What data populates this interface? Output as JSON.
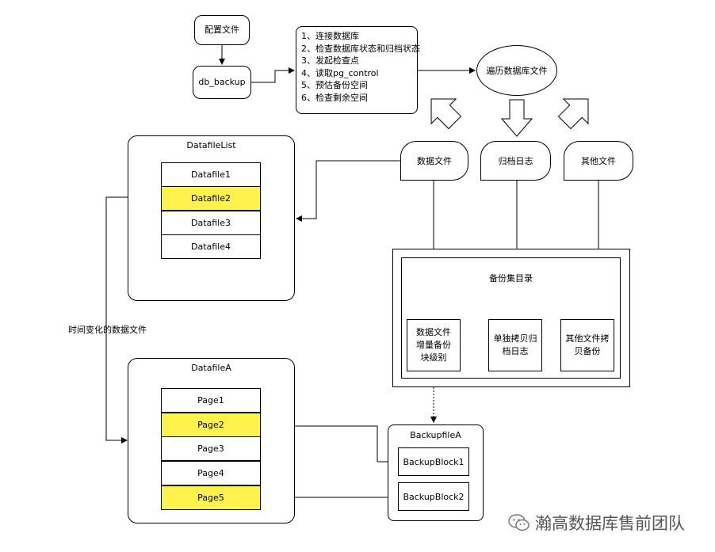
{
  "config_file": "配置文件",
  "db_backup": "db_backup",
  "steps": [
    "1、连接数据库",
    "2、检查数据库状态和归档状态",
    "3、发起检查点",
    "4、读取pg_control",
    "5、预估备份空间",
    "6、检查剩余空间"
  ],
  "traverse": "遍历数据库文件",
  "file_types": {
    "data": "数据文件",
    "archive": "归档日志",
    "other": "其他文件"
  },
  "datafile_list": {
    "title": "DatafileList",
    "items": [
      "Datafile1",
      "Datafile2",
      "Datafile3",
      "Datafile4"
    ],
    "highlighted": [
      1
    ]
  },
  "time_change_label": "时间变化的数据文件",
  "datafile_a": {
    "title": "DatafileA",
    "pages": [
      "Page1",
      "Page2",
      "Page3",
      "Page4",
      "Page5"
    ],
    "highlighted": [
      1,
      4
    ]
  },
  "backup_set": {
    "title": "备份集目录",
    "incr_l1": "数据文件",
    "incr_l2": "增量备份",
    "incr_l3": "块级别",
    "arch_l1": "单独拷贝归",
    "arch_l2": "档日志",
    "other_l1": "其他文件拷",
    "other_l2": "贝备份"
  },
  "backupfile_a": {
    "title": "BackupfileA",
    "blocks": [
      "BackupBlock1",
      "BackupBlock2"
    ]
  },
  "watermark": "瀚高数据库售前团队",
  "colors": {
    "highlight": "#fff24a",
    "stroke": "#000000"
  }
}
